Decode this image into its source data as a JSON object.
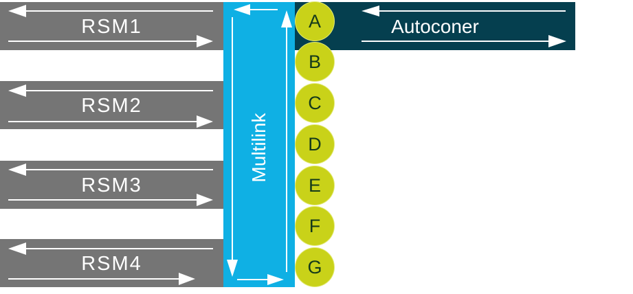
{
  "diagram": {
    "sources": [
      {
        "label": "RSM1"
      },
      {
        "label": "RSM2"
      },
      {
        "label": "RSM3"
      },
      {
        "label": "RSM4"
      }
    ],
    "hub": {
      "label": "Multilink"
    },
    "destination": {
      "label": "Autoconer"
    },
    "positions": [
      {
        "label": "A"
      },
      {
        "label": "B"
      },
      {
        "label": "C"
      },
      {
        "label": "D"
      },
      {
        "label": "E"
      },
      {
        "label": "F"
      },
      {
        "label": "G"
      }
    ]
  },
  "colors": {
    "rsm_bar": "#757575",
    "multilink": "#0fb0e4",
    "autoconer": "#053f4f",
    "position_circle": "#c9d219",
    "arrow": "#ffffff"
  }
}
